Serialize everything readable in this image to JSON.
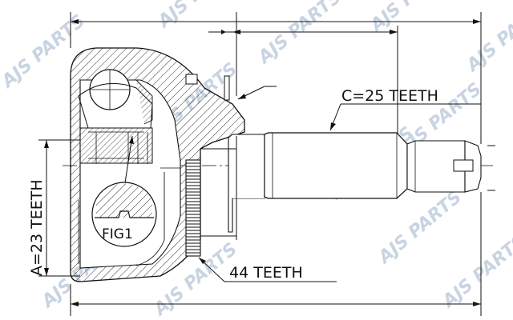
{
  "labels": {
    "c_teeth": "C=25 TEETH",
    "a_teeth": "A=23 TEETH",
    "abs_teeth": "44 TEETH",
    "fig": "FIG1"
  },
  "watermark": {
    "text": "AJS PARTS"
  },
  "colors": {
    "line": "#111111",
    "hatch": "#333333",
    "watermark": "#c9d4e2"
  }
}
